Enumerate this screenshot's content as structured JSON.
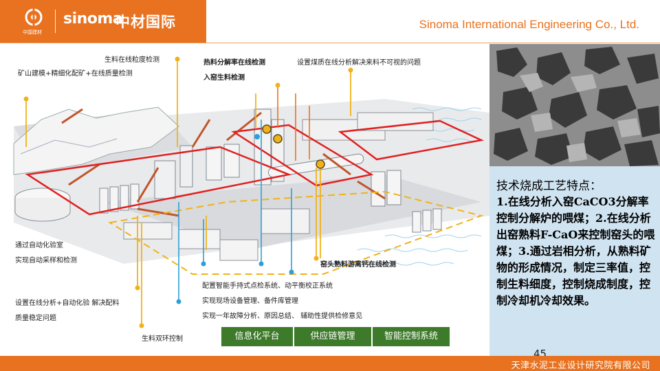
{
  "header": {
    "logo_en": "sinoma",
    "logo_cn": "中材国际",
    "logo_small": "中国建材",
    "company_en": "Sinoma International Engineering  Co., Ltd."
  },
  "labels": {
    "raw_granularity": "生料在线粒度检测",
    "mine_modeling": "矿山建模+精细化配矿+在线质量检测",
    "decomp_rate": "热料分解率在线检测",
    "kiln_raw": "入窑生料检测",
    "coal_quality": "设置煤质在线分析解决来料不可视的问题",
    "auto_lab_1": "通过自动化验室",
    "auto_lab_2": "实现自动采样和检测",
    "online_1": "设置在线分析+自动化验 解决配料",
    "online_2": "质量稳定问题",
    "free_cao": "窑头熟料游离钙在线检测",
    "handheld": "配置智能手持式点检系统、动平衡校正系统",
    "field_mgmt": "实现现场设备管理、备件库管理",
    "fault": "实现一年故障分析、原因总结、  辅助性提供检修意见",
    "double_loop": "生料双环控制"
  },
  "buttons": [
    {
      "label": "信息化平台"
    },
    {
      "label": "供应链管理"
    },
    {
      "label": "智能控制系统"
    }
  ],
  "textbox": {
    "title": "技术烧成工艺特点：",
    "body": "1.在线分析入窑CaCO3分解率控制分解炉的喂煤；2.在线分析出窑熟料F-CaO来控制窑头的喂煤；3.通过岩相分析，从熟料矿物的形成情况，制定三率值，控制生料细度，控制烧成制度，控制冷却机冷却效果。"
  },
  "page_number": "45",
  "footer": "天津水泥工业设计研究院有限公司",
  "colors": {
    "accent": "#e8721f",
    "highlight_red": "#e02020",
    "button_green": "#3d7a2a",
    "panel_blue": "#cfe3f1",
    "marker_yellow": "#f0b21a",
    "marker_blue": "#2d9fd8"
  }
}
